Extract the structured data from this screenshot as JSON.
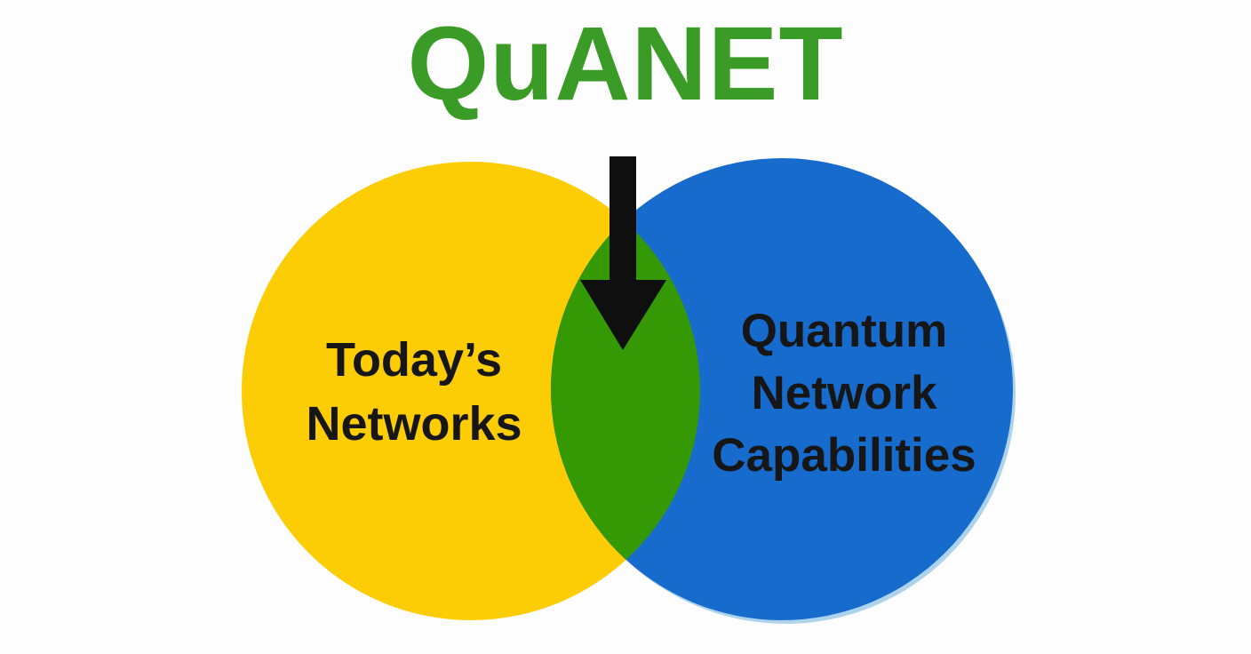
{
  "title": {
    "text": "QuANET",
    "color": "#3a9b27"
  },
  "venn": {
    "left_circle": {
      "label_lines": [
        "Today’s",
        "Networks"
      ],
      "color": "#fccc05"
    },
    "right_circle": {
      "label_lines": [
        "Quantum",
        "Network",
        "Capabilities"
      ],
      "color": "#176bcd"
    },
    "intersection": {
      "color": "#359906"
    },
    "arrow": {
      "icon": "down-arrow-icon",
      "color": "#0f0f0f"
    }
  },
  "label_text_color": "#161616",
  "background_color": "#fdfdfd"
}
